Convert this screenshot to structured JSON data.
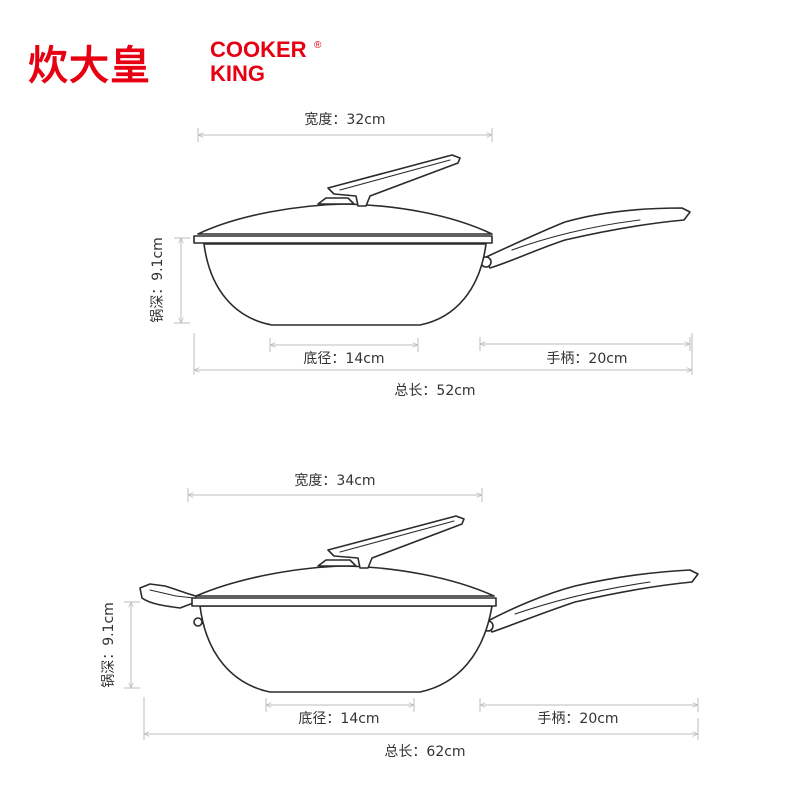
{
  "brand": {
    "name_cn": "炊大皇",
    "name_en_line1": "COOKER",
    "name_en_line2": "KING",
    "reg_mark": "®",
    "color": "#e60012"
  },
  "products": [
    {
      "width_label": "宽度：32cm",
      "depth_label": "锅深：9.1cm",
      "base_label": "底径：14cm",
      "handle_label": "手柄：20cm",
      "total_label": "总长：52cm"
    },
    {
      "width_label": "宽度：34cm",
      "depth_label": "锅深：9.1cm",
      "base_label": "底径：14cm",
      "handle_label": "手柄：20cm",
      "total_label": "总长：62cm"
    }
  ]
}
